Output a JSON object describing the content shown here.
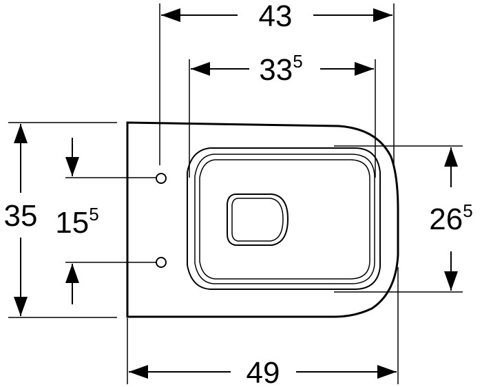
{
  "dimensions": {
    "top_width": {
      "main": "43",
      "sup": ""
    },
    "inner_width": {
      "main": "33",
      "sup": "5"
    },
    "left_height": {
      "main": "35",
      "sup": ""
    },
    "fixing_spacing": {
      "main": "15",
      "sup": "5"
    },
    "bowl_depth": {
      "main": "26",
      "sup": "5"
    },
    "bottom_width": {
      "main": "49",
      "sup": ""
    }
  },
  "colors": {
    "line": "#000000",
    "background": "#ffffff"
  }
}
